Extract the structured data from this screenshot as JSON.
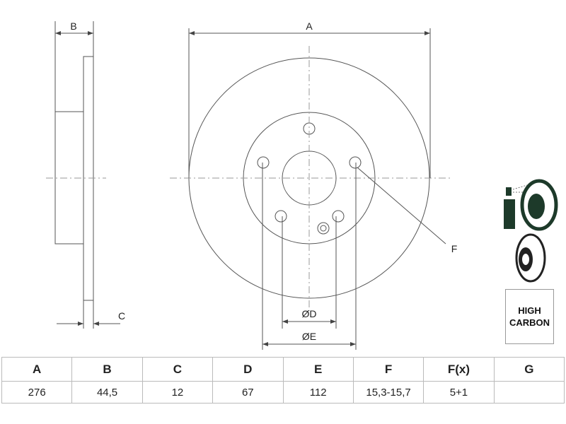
{
  "drawing": {
    "labels": {
      "A": "A",
      "B": "B",
      "C": "C",
      "D": "ØD",
      "E": "ØE",
      "F": "F"
    }
  },
  "badge": {
    "line1": "HIGH",
    "line2": "CARBON"
  },
  "icons": [
    "spray-cleaning-icon",
    "brake-disc-icon"
  ],
  "table": {
    "headers": [
      "A",
      "B",
      "C",
      "D",
      "E",
      "F",
      "F(x)",
      "G"
    ],
    "values": [
      "276",
      "44,5",
      "12",
      "67",
      "112",
      "15,3-15,7",
      "5+1",
      ""
    ]
  }
}
